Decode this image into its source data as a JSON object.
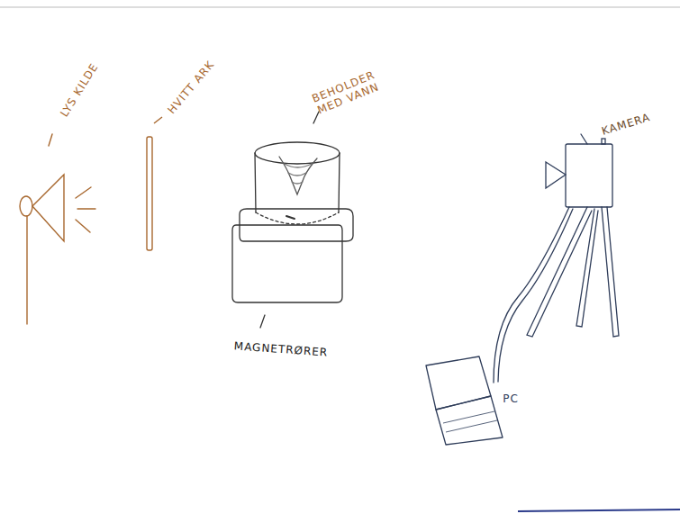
{
  "diagram": {
    "labels": [
      "LYS KILDE",
      "HVITT ARK",
      "BEHOLDER MED VANN",
      "MAGNETRØRER",
      "KAMERA",
      "PC"
    ]
  }
}
